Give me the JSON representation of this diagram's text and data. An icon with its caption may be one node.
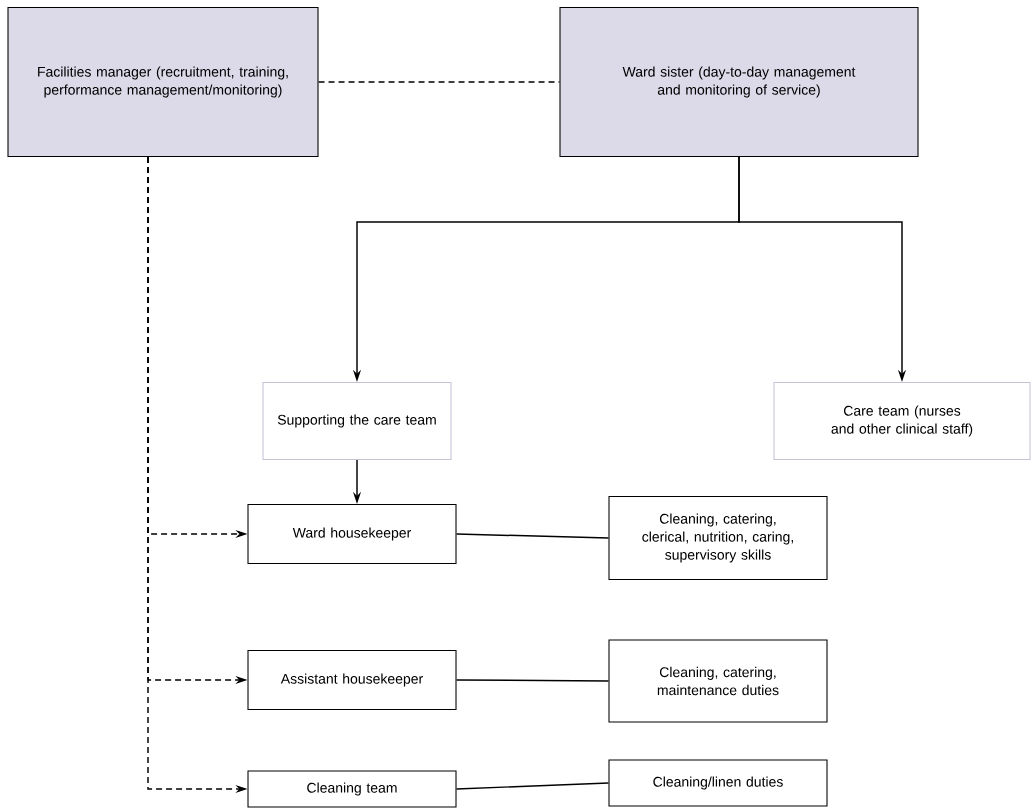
{
  "diagram": {
    "nodes": [
      {
        "text": [
          "Facilities manager (recruitment, training, performance management/monitoring)"
        ]
      },
      {
        "text": [
          "Ward sister (day-to-day management and monitoring of service)"
        ]
      },
      {
        "text": [
          "Supporting the care team"
        ]
      },
      {
        "text": [
          "Care team (nurses and other clinical staff)"
        ]
      },
      {
        "text": [
          "Ward housekeeper"
        ]
      },
      {
        "text": [
          "Cleaning, catering, clerical, nutrition, caring, supervisory skills"
        ]
      },
      {
        "text": [
          "Assistant housekeeper"
        ]
      },
      {
        "text": [
          "Cleaning, catering, maintenance duties"
        ]
      },
      {
        "text": [
          "Cleaning team"
        ]
      },
      {
        "text": [
          "Cleaning/linen duties"
        ]
      }
    ],
    "edges": [
      {
        "from": 0,
        "to": 1,
        "arrow": "none",
        "style": "dashed"
      },
      {
        "from": 1,
        "to": 2,
        "arrow": "to"
      },
      {
        "from": 1,
        "to": 3,
        "arrow": "to"
      },
      {
        "from": 2,
        "to": 4,
        "arrow": "to"
      },
      {
        "from": 0,
        "to": 4,
        "arrow": "to",
        "style": "dashed"
      },
      {
        "from": 0,
        "to": 6,
        "arrow": "to",
        "style": "dashed"
      },
      {
        "from": 0,
        "to": 8,
        "arrow": "to",
        "style": "dashed"
      },
      {
        "from": 4,
        "to": 5,
        "arrow": "none"
      },
      {
        "from": 6,
        "to": 7,
        "arrow": "none"
      },
      {
        "from": 8,
        "to": 9,
        "arrow": "none"
      }
    ]
  }
}
